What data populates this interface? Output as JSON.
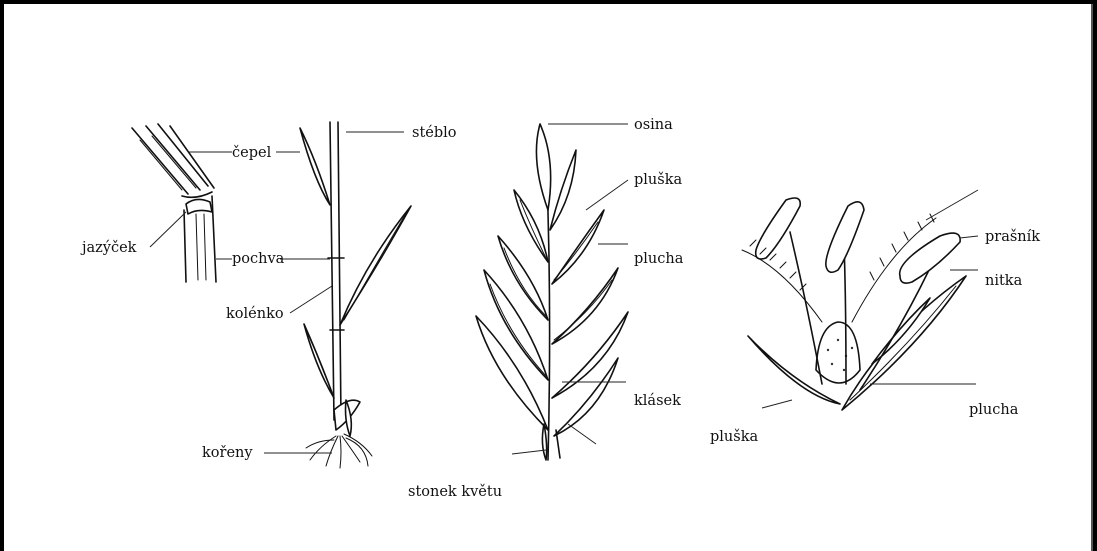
{
  "labels": {
    "cepel": "čepel",
    "jazycek": "jazýček",
    "pochva": "pochva",
    "stéblo": "stéblo",
    "kolenko": "kolénko",
    "koreny": "kořeny",
    "osina": "osina",
    "pluska_top": "pluška",
    "plucha_top": "plucha",
    "klasek": "klásek",
    "stonek_kvetu": "stonek květu",
    "prasnik": "prašník",
    "nitka": "nitka",
    "plucha_flower": "plucha",
    "pluska_flower": "pluška"
  },
  "icons": {
    "sheath_detail": "grass-leaf-sheath-illustration",
    "whole_plant": "grass-plant-illustration",
    "spike": "grass-spike-illustration",
    "flower": "grass-flower-illustration"
  }
}
